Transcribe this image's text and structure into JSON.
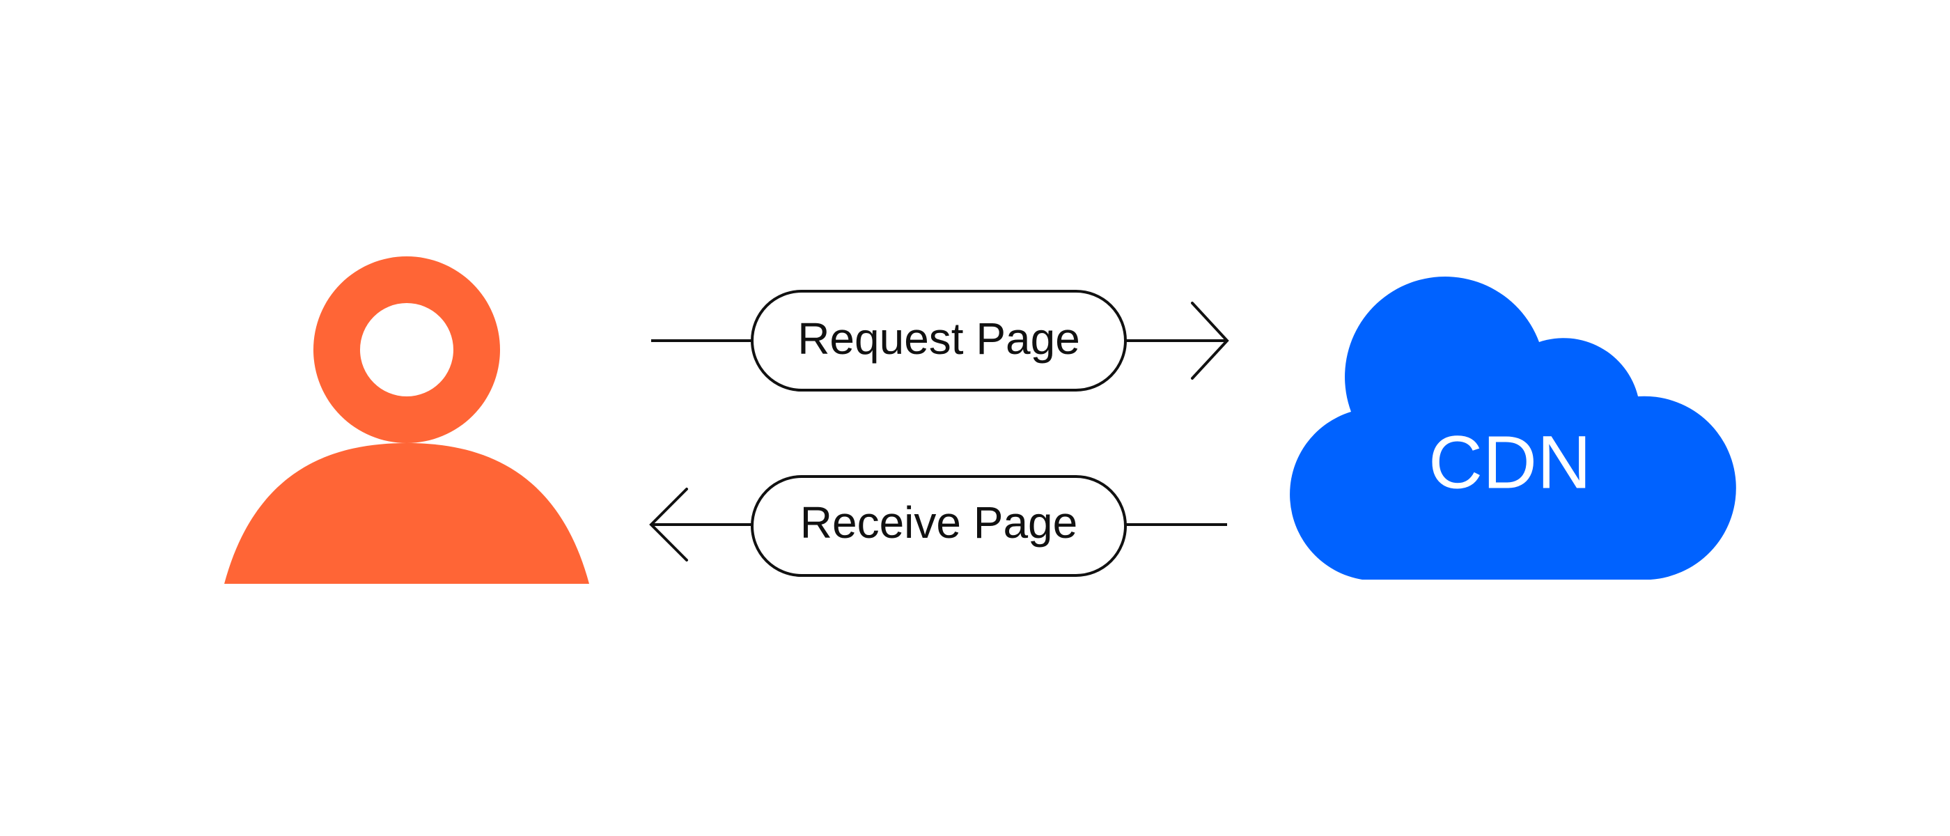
{
  "flow": {
    "request_label": "Request Page",
    "receive_label": "Receive Page"
  },
  "cdn": {
    "label": "CDN"
  },
  "icons": {
    "user": "user-icon",
    "cloud": "cloud-icon",
    "arrow_right": "arrow-right-icon",
    "arrow_left": "arrow-left-icon"
  },
  "colors": {
    "user": "#FF6536",
    "cloud": "#0062FF",
    "line": "#111111",
    "background": "#FFFFFF"
  }
}
